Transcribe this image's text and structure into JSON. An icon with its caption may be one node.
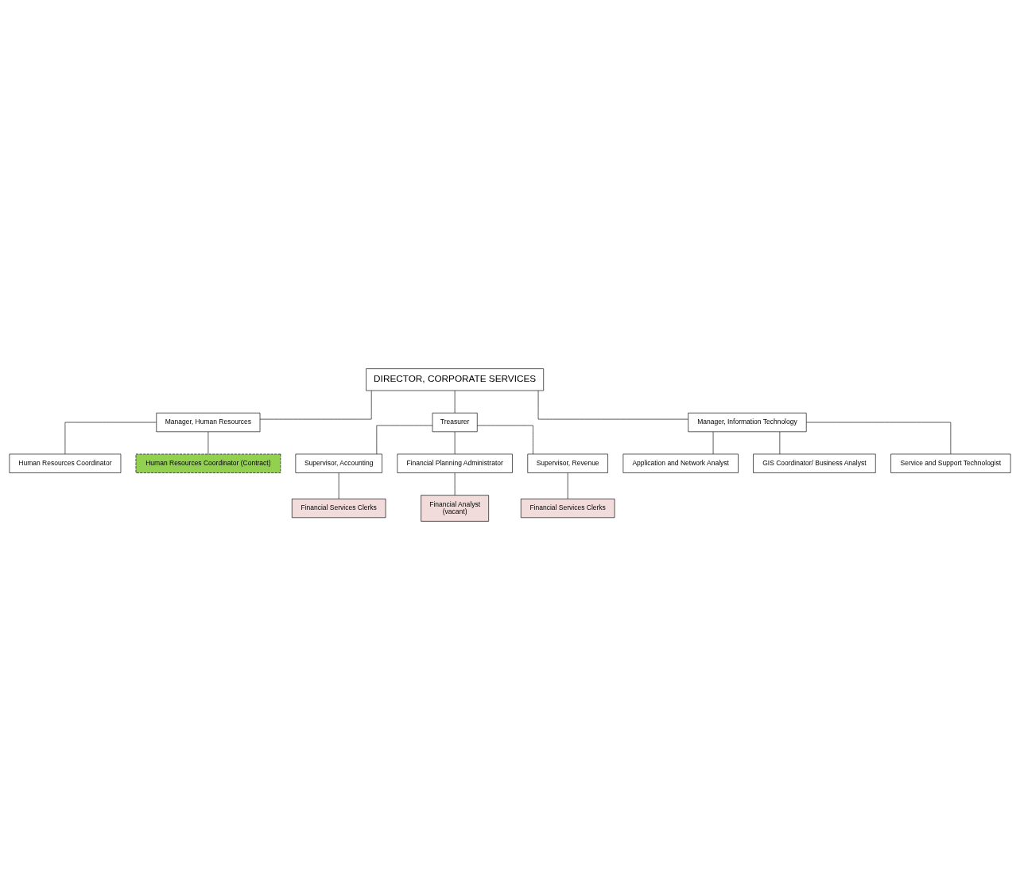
{
  "diagram": {
    "nodes": [
      {
        "text": [
          "DIRECTOR, CORPORATE SERVICES"
        ]
      },
      {
        "text": [
          "Manager, Human Resources"
        ]
      },
      {
        "text": [
          "Treasurer"
        ]
      },
      {
        "text": [
          "Manager, Information Technology"
        ]
      },
      {
        "text": [
          "Human Resources Coordinator"
        ]
      },
      {
        "text": [
          "Human Resources Coordinator (Contract)"
        ]
      },
      {
        "text": [
          "Supervisor, Accounting"
        ]
      },
      {
        "text": [
          "Financial Planning Administrator"
        ]
      },
      {
        "text": [
          "Supervisor, Revenue"
        ]
      },
      {
        "text": [
          "Financial Services Clerks"
        ]
      },
      {
        "text": [
          "Financial Analyst",
          "(vacant)"
        ]
      },
      {
        "text": [
          "Financial Services Clerks"
        ]
      },
      {
        "text": [
          "Application and Network Analyst"
        ]
      },
      {
        "text": [
          "GIS Coordinator/ Business Analyst"
        ]
      },
      {
        "text": [
          "Service and Support Technologist"
        ]
      }
    ],
    "edges": [
      {
        "from": 0,
        "to": 1,
        "arrow": "none"
      },
      {
        "from": 0,
        "to": 2,
        "arrow": "none"
      },
      {
        "from": 0,
        "to": 3,
        "arrow": "none"
      },
      {
        "from": 1,
        "to": 4,
        "arrow": "none"
      },
      {
        "from": 1,
        "to": 5,
        "arrow": "none"
      },
      {
        "from": 2,
        "to": 6,
        "arrow": "none"
      },
      {
        "from": 2,
        "to": 7,
        "arrow": "none"
      },
      {
        "from": 2,
        "to": 8,
        "arrow": "none"
      },
      {
        "from": 6,
        "to": 9,
        "arrow": "none"
      },
      {
        "from": 7,
        "to": 10,
        "arrow": "none"
      },
      {
        "from": 8,
        "to": 11,
        "arrow": "none"
      },
      {
        "from": 3,
        "to": 12,
        "arrow": "none"
      },
      {
        "from": 3,
        "to": 13,
        "arrow": "none"
      },
      {
        "from": 3,
        "to": 14,
        "arrow": "none"
      }
    ]
  }
}
